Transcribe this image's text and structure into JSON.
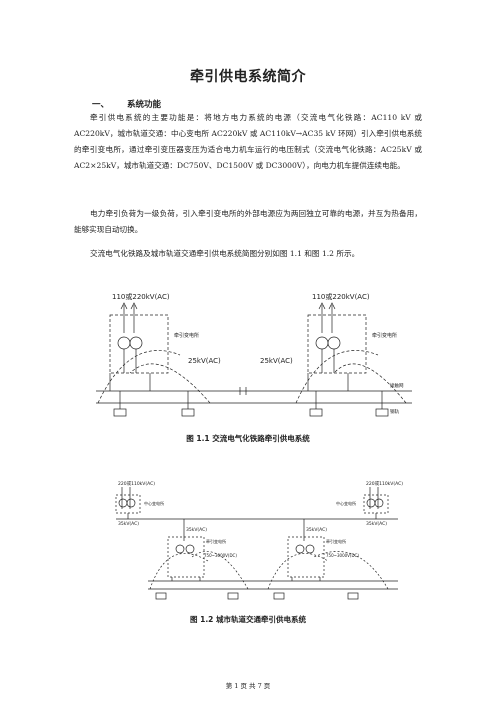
{
  "title": "牵引供电系统简介",
  "section": {
    "number": "一、",
    "label": "系统功能"
  },
  "paragraphs": [
    "牵引供电系统的主要功能是：将地方电力系统的电源（交流电气化铁路：AC110 kV 或 AC220kV，城市轨道交通：中心变电所 AC220kV 或 AC110kV→AC35 kV 环网）引入牵引供电系统的牵引变电所，通过牵引变压器变压为适合电力机车运行的电压制式（交流电气化铁路：AC25kV 或 AC2×25kV，城市轨道交通：DC750V、DC1500V 或 DC3000V），向电力机车提供连续电能。",
    "电力牵引负荷为一级负荷，引入牵引变电所的外部电源应为两回独立可靠的电源，并互为热备用，能够实现自动切换。",
    "交流电气化铁路及城市轨道交通牵引供电系统简图分别如图 1.1 和图 1.2 所示。"
  ],
  "figure1": {
    "caption": "图 1.1   交流电气化铁路牵引供电系统",
    "source_left": "110或220kV(AC)",
    "source_right": "110或220kV(AC)",
    "substation_left": "牵引变电所",
    "substation_right": "牵引变电所",
    "voltage_left": "25kV(AC)",
    "voltage_right": "25kV(AC)",
    "label_catenary": "接触网",
    "label_rail": "钢轨"
  },
  "figure2": {
    "caption": "图 1.2   城市轨道交通牵引供电系统",
    "source_left": "220或110kV(AC)",
    "source_right": "220或110kV(AC)",
    "central_left": "中心变电所",
    "central_right": "中心变电所",
    "ring_left": "35kV(AC)",
    "ring_right": "35kV(AC)",
    "mid_left": "35kV(AC)",
    "mid_right": "35kV(AC)",
    "substation_left": "牵引变电所",
    "substation_right": "牵引变电所",
    "dc_left": "750~3000V(DC)",
    "dc_right": "750~3000V(DC)"
  },
  "footer": "第 1 页 共 7 页"
}
